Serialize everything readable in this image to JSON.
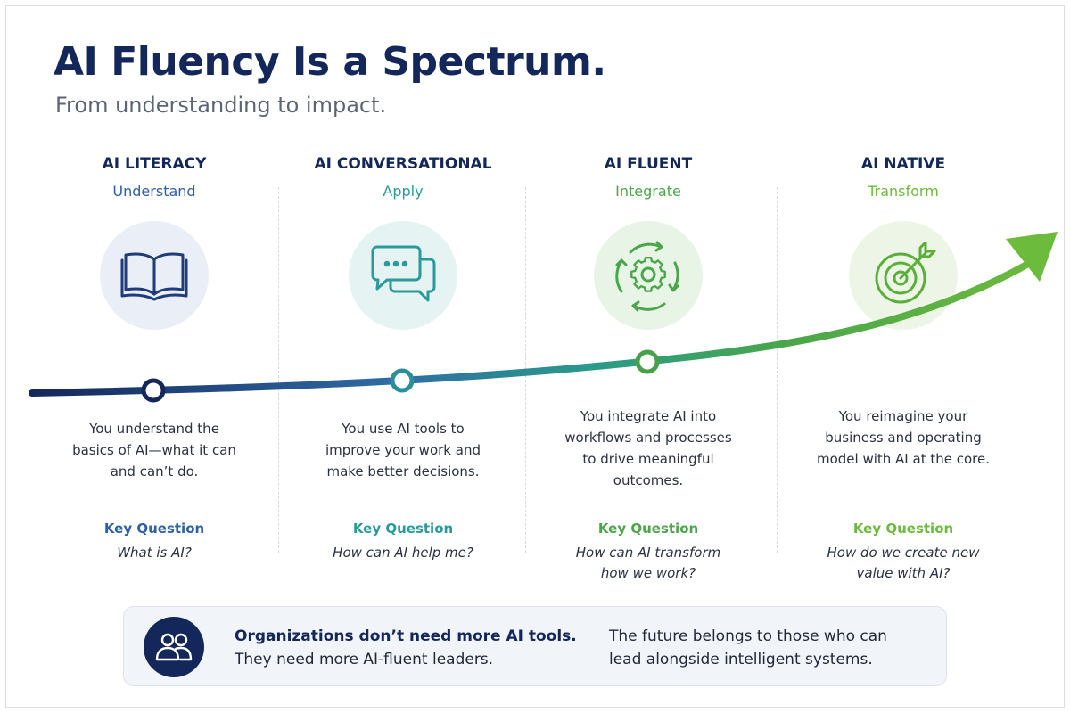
{
  "title": "AI Fluency Is a Spectrum.",
  "subtitle": "From understanding to impact.",
  "colors": {
    "navy": "#14275a",
    "blue": "#2f5fa8",
    "teal": "#2a9a9a",
    "green": "#4aa64a",
    "lime": "#6dbb3c"
  },
  "stages": [
    {
      "title": "AI LITERACY",
      "subtitle": "Understand",
      "icon": "book-icon",
      "description_lines": [
        "You understand the",
        "basics of AI—what it can",
        "and can’t do."
      ],
      "key_question_label": "Key Question",
      "key_question_lines": [
        "What is AI?"
      ]
    },
    {
      "title": "AI CONVERSATIONAL",
      "subtitle": "Apply",
      "icon": "chat-bubbles-icon",
      "description_lines": [
        "You use AI tools to",
        "improve your work and",
        "make better decisions."
      ],
      "key_question_label": "Key Question",
      "key_question_lines": [
        "How can AI help me?"
      ]
    },
    {
      "title": "AI FLUENT",
      "subtitle": "Integrate",
      "icon": "gear-cycle-icon",
      "description_lines": [
        "You integrate AI into",
        "workflows and processes",
        "to drive meaningful",
        "outcomes."
      ],
      "key_question_label": "Key Question",
      "key_question_lines": [
        "How can AI transform",
        "how we work?"
      ]
    },
    {
      "title": "AI NATIVE",
      "subtitle": "Transform",
      "icon": "target-icon",
      "description_lines": [
        "You reimagine your",
        "business and operating",
        "model with AI at the core."
      ],
      "key_question_label": "Key Question",
      "key_question_lines": [
        "How do we create new",
        "value with AI?"
      ]
    }
  ],
  "footer": {
    "icon": "people-icon",
    "left_bold": "Organizations don’t need more AI tools.",
    "left_text": "They need more AI-fluent leaders.",
    "right_lines": [
      "The future belongs to those who can",
      "lead alongside intelligent systems."
    ]
  }
}
